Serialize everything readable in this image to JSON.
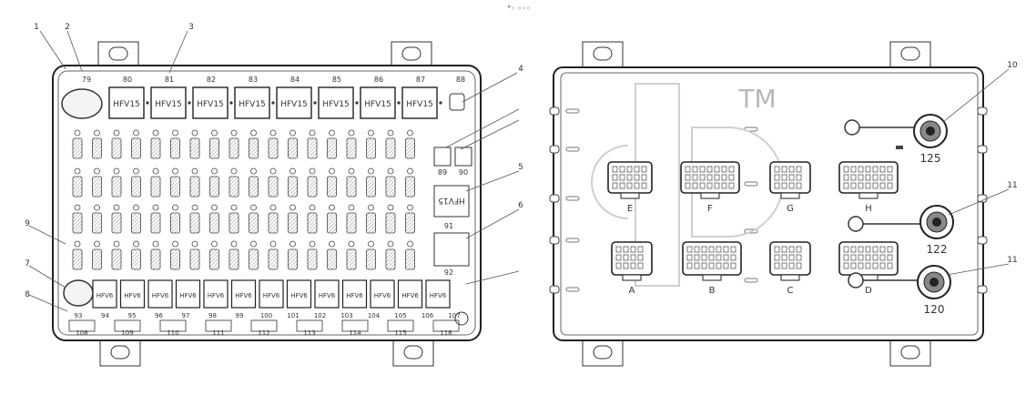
{
  "header_mark": "°◦ ◦◦◦",
  "left_panel": {
    "callouts": [
      "1",
      "2",
      "3",
      "4",
      "5",
      "6",
      "7",
      "8",
      "9"
    ],
    "top_row_numbers": [
      "79",
      "80",
      "81",
      "82",
      "83",
      "84",
      "85",
      "86",
      "87",
      "88"
    ],
    "hfv_labels": [
      "HFV15",
      "HFV15",
      "HFV15",
      "HFV15",
      "HFV15",
      "HFV15",
      "HFV15",
      "HFV15"
    ],
    "side_relay_numbers": [
      "89",
      "90"
    ],
    "side_relay_rotated": "HFV15",
    "side_numbers": [
      "91",
      "92"
    ],
    "bottom_relay_label": "HFV6",
    "bottom_relay_count": 13,
    "row_a_numbers": [
      "93",
      "94",
      "95",
      "96",
      "97",
      "98",
      "99",
      "100",
      "101",
      "102",
      "103",
      "104",
      "105",
      "106",
      "107"
    ],
    "row_b_numbers": [
      "108",
      "109",
      "110",
      "111",
      "112",
      "113",
      "114",
      "115",
      "116"
    ]
  },
  "right_panel": {
    "watermark": "TM",
    "connector_labels": [
      "E",
      "F",
      "G",
      "H",
      "A",
      "B",
      "C",
      "D"
    ],
    "callouts": [
      "10",
      "11",
      "11"
    ],
    "port_labels": [
      "125",
      "122",
      "120"
    ]
  }
}
